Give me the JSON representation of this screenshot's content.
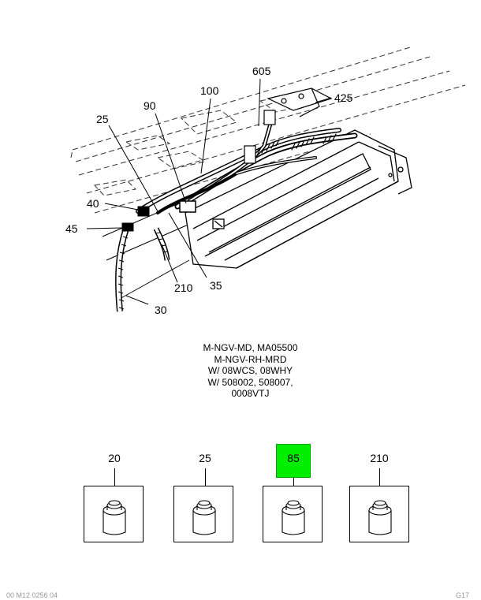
{
  "callouts": {
    "c605": "605",
    "c100": "100",
    "c425": "425",
    "c90": "90",
    "c25": "25",
    "c40": "40",
    "c45": "45",
    "c210": "210",
    "c35": "35",
    "c30": "30"
  },
  "caption": {
    "line1": "M-NGV-MD, MA05500",
    "line2": "M-NGV-RH-MRD",
    "line3": "W/ 08WCS, 08WHY",
    "line4": "W/ 508002, 508007,",
    "line5": "0008VTJ"
  },
  "parts": [
    {
      "label": "20",
      "highlighted": false
    },
    {
      "label": "25",
      "highlighted": false
    },
    {
      "label": "85",
      "highlighted": true
    },
    {
      "label": "210",
      "highlighted": false
    }
  ],
  "colors": {
    "highlight": "#00ee00"
  },
  "footer": {
    "left": "00 M12 0256 04",
    "right": "G17"
  }
}
